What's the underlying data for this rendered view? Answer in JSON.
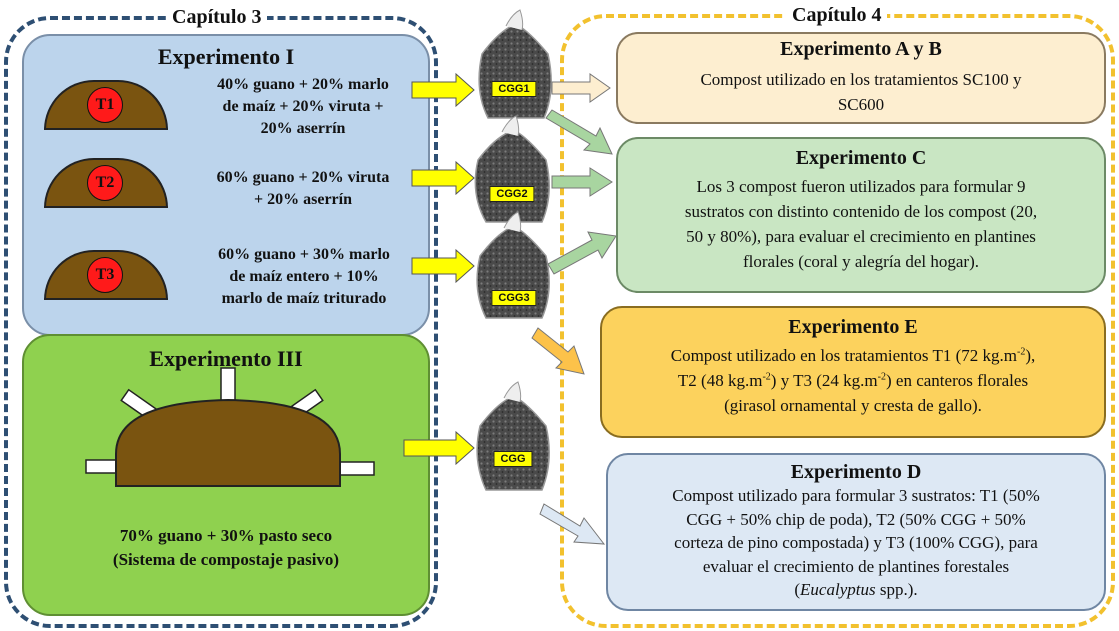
{
  "chapter3": {
    "title": "Capítulo 3"
  },
  "chapter4": {
    "title": "Capítulo 4"
  },
  "experiment1": {
    "title": "Experimento I",
    "treatments": [
      {
        "label": "T1",
        "mix": [
          "40% guano + 20% marlo",
          "de maíz + 20% viruta +",
          "20% aserrín"
        ]
      },
      {
        "label": "T2",
        "mix": [
          "60% guano + 20% viruta",
          "+ 20% aserrín"
        ]
      },
      {
        "label": "T3",
        "mix": [
          "60% guano + 30% marlo",
          "de maíz entero + 10%",
          "marlo de maíz triturado"
        ]
      }
    ]
  },
  "experiment3": {
    "title": "Experimento III",
    "mix": [
      "70% guano + 30% pasto seco",
      "(Sistema de compostaje pasivo)"
    ]
  },
  "bags": {
    "cgg1": "CGG1",
    "cgg2": "CGG2",
    "cgg3": "CGG3",
    "cgg": "CGG"
  },
  "expAB": {
    "title": "Experimento A y B",
    "desc": [
      "Compost utilizado en los tratamientos SC100 y",
      "SC600"
    ]
  },
  "expC": {
    "title": "Experimento C",
    "desc": [
      "Los 3 compost fueron utilizados para formular 9",
      "sustratos con distinto contenido de los compost (20,",
      "50 y 80%), para evaluar el crecimiento en plantines",
      "florales (coral y alegría del hogar)."
    ]
  },
  "expE": {
    "title": "Experimento E",
    "line1_a": "Compost utilizado en los tratamientos T1 (72 kg.m",
    "line1_b": "),",
    "line2_a": "T2 (48 kg.m",
    "line2_b": ") y T3 (24 kg.m",
    "line2_c": ") en canteros florales",
    "sup": "-2",
    "line3": "(girasol ornamental y cresta de gallo)."
  },
  "expD": {
    "title": "Experimento D",
    "desc": [
      "Compost utilizado para formular 3 sustratos: T1 (50%",
      "CGG + 50% chip de poda), T2 (50% CGG + 50%",
      "corteza de pino compostada) y T3 (100% CGG), para",
      "evaluar el crecimiento de plantines forestales"
    ],
    "last_open": "(",
    "last_italic": "Eucalyptus",
    "last_close": " spp.)."
  },
  "colors": {
    "chapter3_frame": "#2e4f73",
    "chapter4_frame": "#f2c12e",
    "exp1_bg": "#bcd4ec",
    "exp3_bg": "#8fd14f",
    "expAB_bg": "#fdeed0",
    "expC_bg": "#c9e6c3",
    "expE_bg": "#fcd25d",
    "expD_bg": "#dde8f4",
    "compost": "#7a5410",
    "treatment_circle": "#ff1a1a",
    "label_yellow": "#ffff00"
  }
}
